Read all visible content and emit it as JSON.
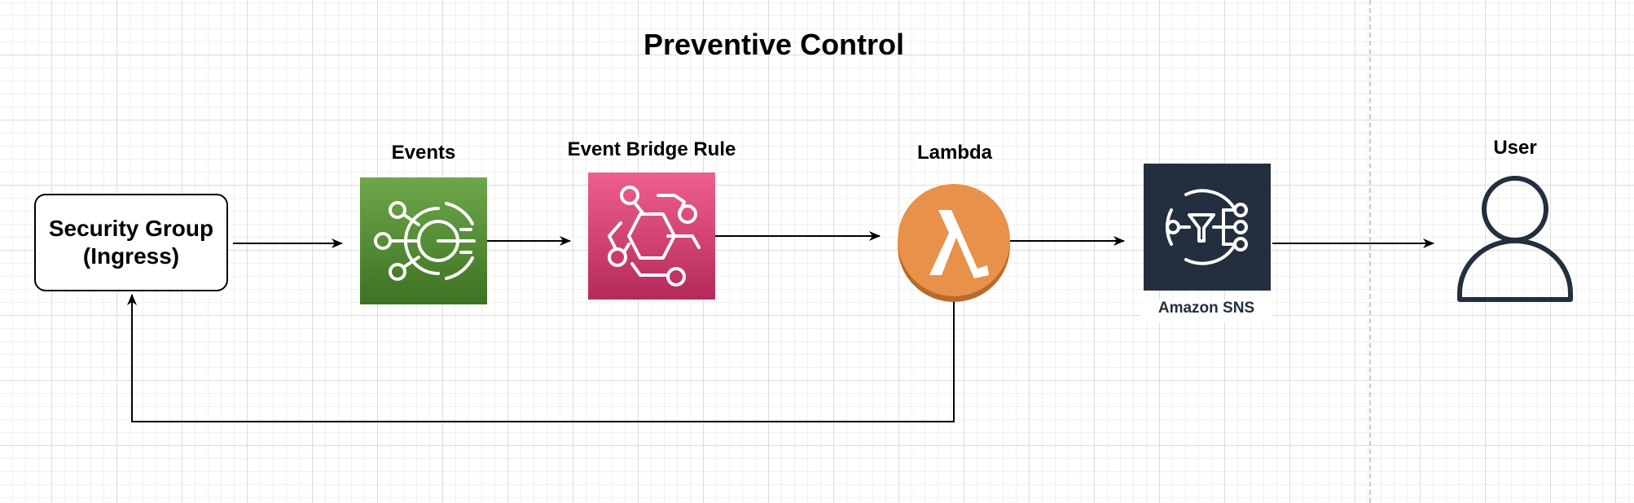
{
  "diagram": {
    "title": "Preventive Control",
    "nodes": {
      "security_group": {
        "line1": "Security Group",
        "line2": "(Ingress)"
      },
      "events": {
        "label": "Events",
        "icon": "eventbridge-events-icon",
        "color": "#4d8a2e"
      },
      "event_bridge_rule": {
        "label": "Event Bridge Rule",
        "icon": "eventbridge-rule-icon",
        "color": "#d63c6e"
      },
      "lambda": {
        "label": "Lambda",
        "icon": "lambda-icon",
        "color": "#e08a45"
      },
      "sns": {
        "label": "Amazon SNS",
        "icon": "sns-icon",
        "color": "#232f3e"
      },
      "user": {
        "label": "User",
        "icon": "user-icon"
      }
    },
    "edges": [
      {
        "from": "security_group",
        "to": "events"
      },
      {
        "from": "events",
        "to": "event_bridge_rule"
      },
      {
        "from": "event_bridge_rule",
        "to": "lambda"
      },
      {
        "from": "lambda",
        "to": "sns"
      },
      {
        "from": "sns",
        "to": "user"
      },
      {
        "from": "lambda",
        "to": "security_group"
      }
    ]
  }
}
